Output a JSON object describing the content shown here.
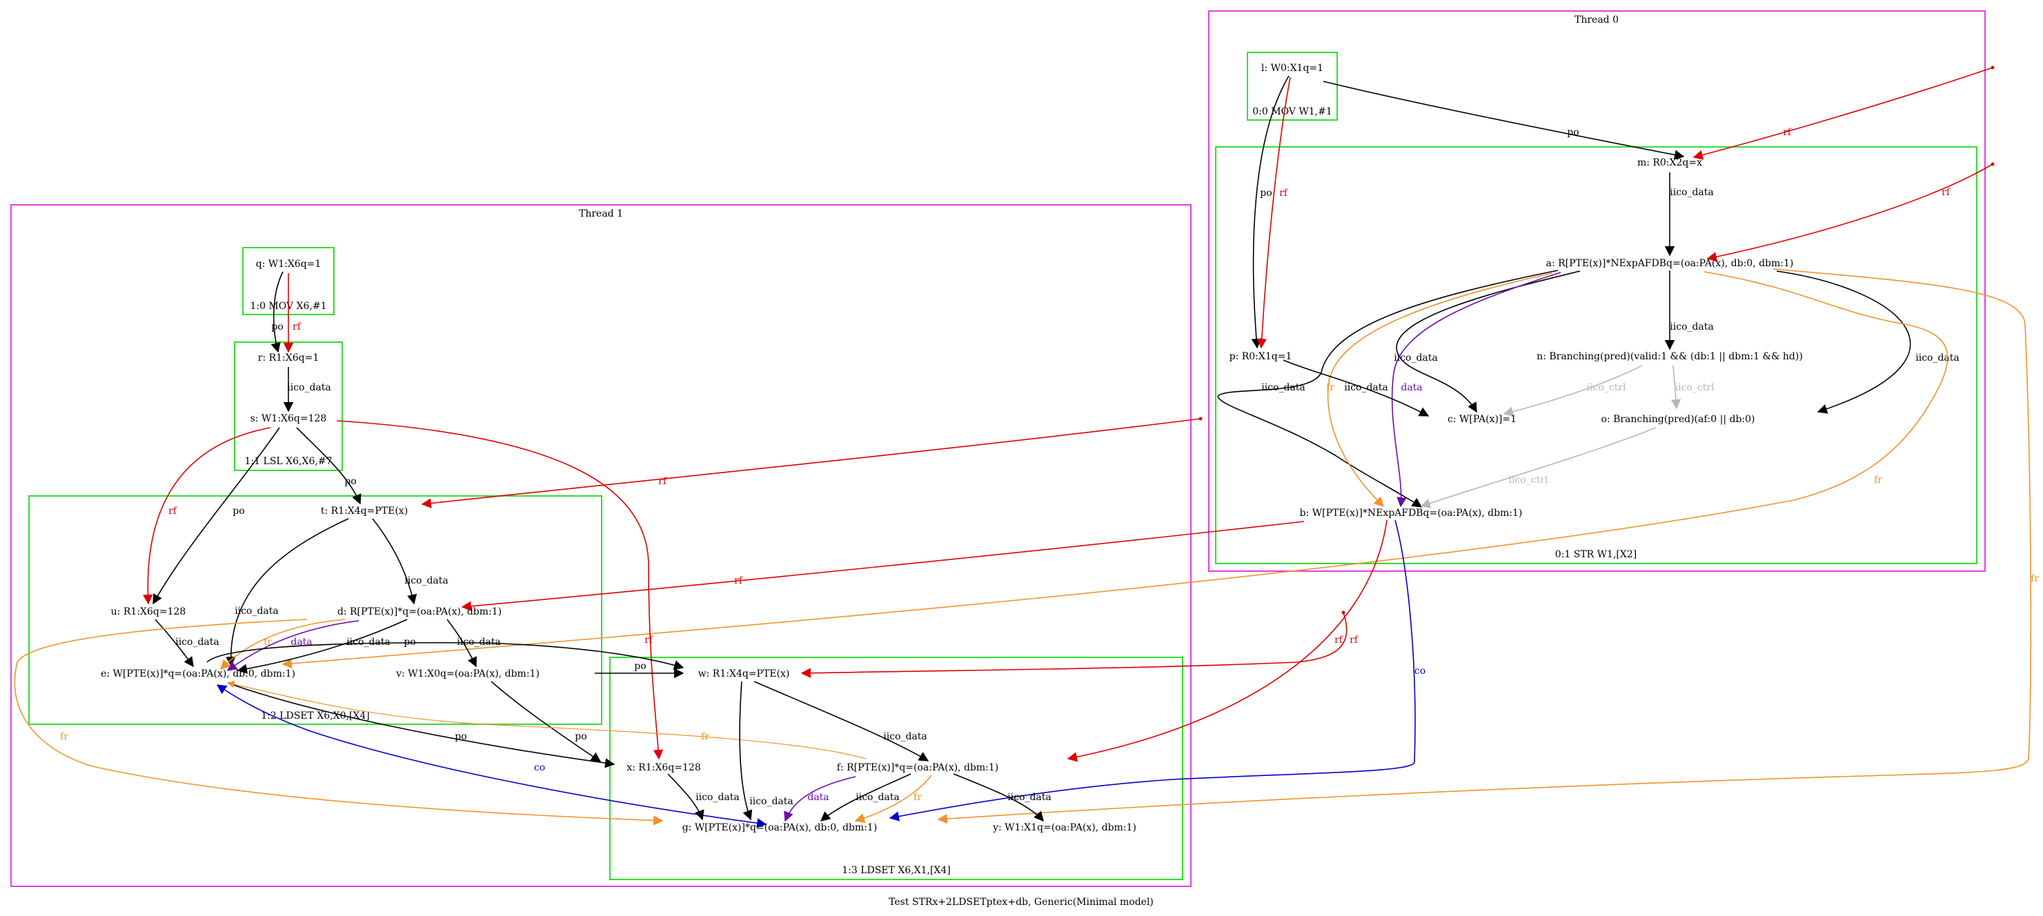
{
  "caption": "Test STRx+2LDSETptex+db, Generic(Minimal model)",
  "colors": {
    "thread": "#e040e0",
    "instr": "#33dd33",
    "po": "#000000",
    "rf": "#dd0000",
    "fr": "#f0922b",
    "co": "#0000cc",
    "data": "#6a0dad",
    "ctrl": "#b8b8b8"
  },
  "threads": {
    "t0": "Thread 0",
    "t1": "Thread 1"
  },
  "instr": {
    "i00": "0:0 MOV W1,#1",
    "i01": "0:1 STR W1,[X2]",
    "i10": "1:0 MOV X6,#1",
    "i11": "1:1 LSL X6,X6,#7",
    "i12": "1:2 LDSET X6,X0,[X4]",
    "i13": "1:3 LDSET X6,X1,[X4]"
  },
  "nodes": {
    "l": "l: W0:X1q=1",
    "m": "m: R0:X2q=x",
    "a": "a: R[PTE(x)]*NExpAFDBq=(oa:PA(x), db:0, dbm:1)",
    "p": "p: R0:X1q=1",
    "n": "n: Branching(pred)(valid:1 && (db:1 || dbm:1 && hd))",
    "c": "c: W[PA(x)]=1",
    "o": "o: Branching(pred)(af:0 || db:0)",
    "b": "b: W[PTE(x)]*NExpAFDBq=(oa:PA(x), dbm:1)",
    "q": "q: W1:X6q=1",
    "r": "r: R1:X6q=1",
    "s": "s: W1:X6q=128",
    "t": "t: R1:X4q=PTE(x)",
    "u": "u: R1:X6q=128",
    "d": "d: R[PTE(x)]*q=(oa:PA(x), dbm:1)",
    "e": "e: W[PTE(x)]*q=(oa:PA(x), db:0, dbm:1)",
    "v": "v: W1:X0q=(oa:PA(x), dbm:1)",
    "w": "w: R1:X4q=PTE(x)",
    "f": "f: R[PTE(x)]*q=(oa:PA(x), dbm:1)",
    "x": "x: R1:X6q=128",
    "g": "g: W[PTE(x)]*q=(oa:PA(x), db:0, dbm:1)",
    "y": "y: W1:X1q=(oa:PA(x), dbm:1)"
  },
  "edge_labels": {
    "po": "po",
    "rf": "rf",
    "fr": "fr",
    "co": "co",
    "data": "data",
    "iico_data": "iico_data",
    "iico_ctrl": "iico_ctrl"
  }
}
